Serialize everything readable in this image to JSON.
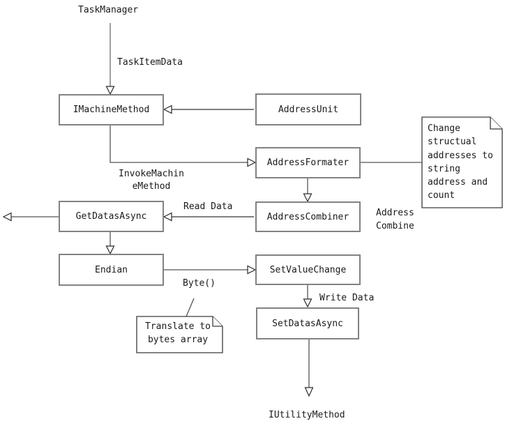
{
  "nodes": {
    "task_manager": "TaskManager",
    "imachine_method": "IMachineMethod",
    "address_unit": "AddressUnit",
    "address_formater": "AddressFormater",
    "address_combiner": "AddressCombiner",
    "get_datas_async": "GetDatasAsync",
    "endian": "Endian",
    "set_value_change": "SetValueChange",
    "set_datas_async": "SetDatasAsync",
    "iutility_method": "IUtilityMethod"
  },
  "labels": {
    "task_item_data": "TaskItemData",
    "invoke_machine_method": "InvokeMachin\neMethod",
    "read_data": "Read Data",
    "address_combine": "Address\nCombine",
    "byte": "Byte()",
    "write_data": "Write Data"
  },
  "notes": {
    "change_structual": "Change\nstructual\naddresses to\nstring\naddress and\ncount",
    "translate_bytes": "Translate to\nbytes array"
  },
  "colors": {
    "line_dark": "#545454",
    "line_gray": "#7f7f7f",
    "box_border": "#828282",
    "box_fill": "#ffffff",
    "note_border": "#3a3a3a",
    "text": "#1a1a1a",
    "background": "#ffffff"
  }
}
